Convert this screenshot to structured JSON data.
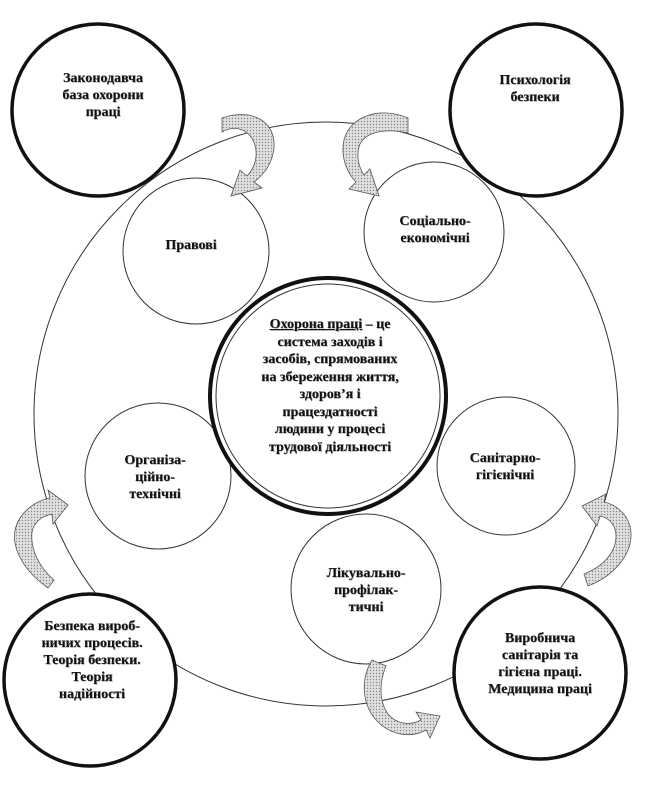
{
  "center": {
    "title_bold": "Охорона праці",
    "text": " – це\nсистема заходів і\nзасобів, спрямованих\nна збереження життя,\nздоров’я і\nпрацездатності\nлюдини у процесі\nтрудової діяльності"
  },
  "inner_circles": [
    {
      "id": "legal",
      "label": "Правові"
    },
    {
      "id": "socio",
      "label": "Соціально-\nекономічні"
    },
    {
      "id": "organizational",
      "label": "Організа-\nційно-\nтехнічні"
    },
    {
      "id": "sanitary",
      "label": "Санітарно-\nгігієнічні"
    },
    {
      "id": "medical",
      "label": "Лікувально-\nпрофілак-\nтичні"
    }
  ],
  "outer_circles": [
    {
      "id": "legislation",
      "label": "Законодавча\nбаза охорони\nпраці"
    },
    {
      "id": "psychology",
      "label": "Психологія\nбезпеки"
    },
    {
      "id": "process-safety",
      "label": "Безпека вироб-\nничих процесів.\nТеорія  безпеки.\nТеорія\nнадійності"
    },
    {
      "id": "industrial-sanitation",
      "label": "Виробнича\nсанітарія  та\nгігієна  праці.\nМедицина праці"
    }
  ],
  "colors": {
    "line": "#222222",
    "arrow_fill": "#c8c8c8",
    "arrow_stroke": "#555555"
  }
}
